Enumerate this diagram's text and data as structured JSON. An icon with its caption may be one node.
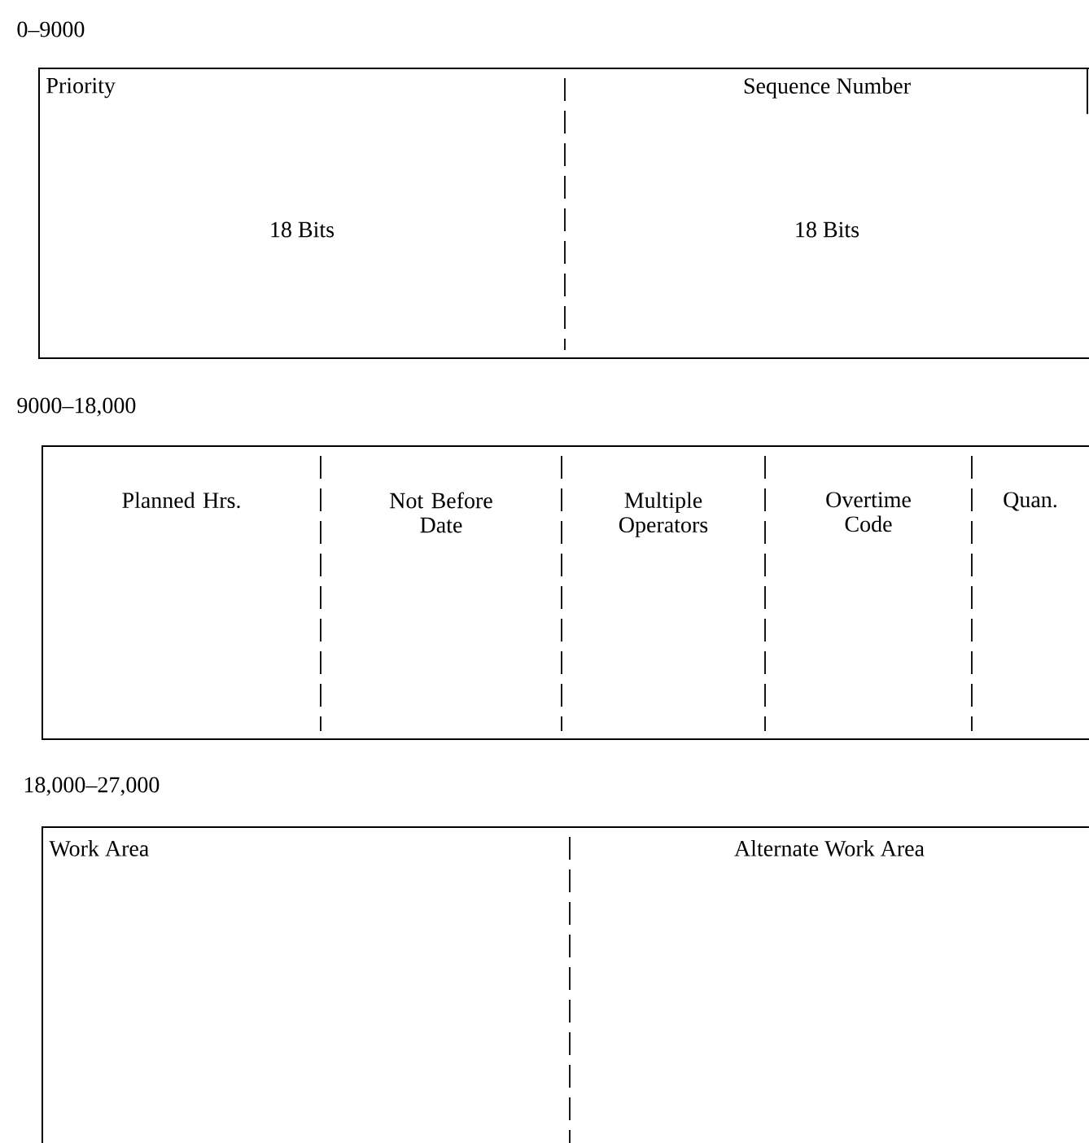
{
  "diagram": {
    "nodes": [
      {
        "text": [
          "0–9000"
        ]
      },
      {
        "text": [
          "Priority",
          "18 Bits"
        ],
        "in": 0
      },
      {
        "text": [
          "Sequence Number",
          "18 Bits"
        ],
        "in": 0
      },
      {
        "text": [
          "9000–18,000"
        ]
      },
      {
        "text": [
          "Planned Hrs."
        ],
        "in": 3
      },
      {
        "text": [
          "Not Before Date"
        ],
        "in": 3
      },
      {
        "text": [
          "Multiple Operators"
        ],
        "in": 3
      },
      {
        "text": [
          "Overtime Code"
        ],
        "in": 3
      },
      {
        "text": [
          "Quan."
        ],
        "in": 3
      },
      {
        "text": [
          "18,000–27,000"
        ]
      },
      {
        "text": [
          "Work Area"
        ],
        "in": 9
      },
      {
        "text": [
          "Alternate Work Area"
        ],
        "in": 9
      }
    ]
  }
}
